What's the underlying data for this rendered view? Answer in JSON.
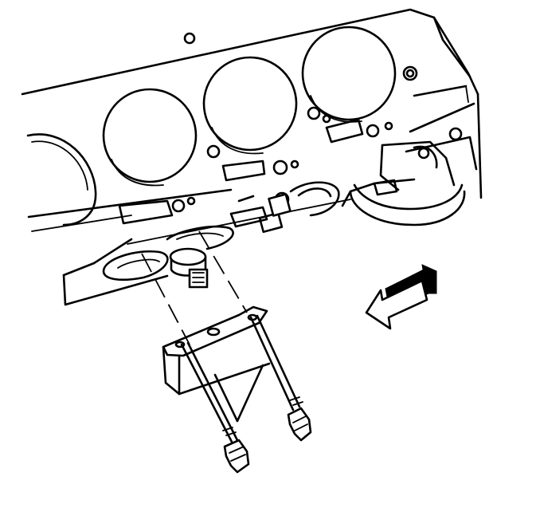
{
  "diagram": {
    "components": [
      {
        "id": "engine-block",
        "icon": "engine-block-outline"
      },
      {
        "id": "oil-filter-adapter",
        "icon": "oil-filter-adapter"
      },
      {
        "id": "oil-pressure-sender",
        "icon": "sensor-fitting"
      },
      {
        "id": "shield-bracket",
        "icon": "bent-bracket"
      },
      {
        "id": "bolt-left",
        "icon": "flanged-bolt"
      },
      {
        "id": "bolt-right",
        "icon": "flanged-bolt"
      }
    ],
    "direction_arrow": {
      "icon": "arrow-left-down-icon",
      "color": "#000000"
    },
    "line_color": "#000000",
    "background": "#ffffff"
  }
}
